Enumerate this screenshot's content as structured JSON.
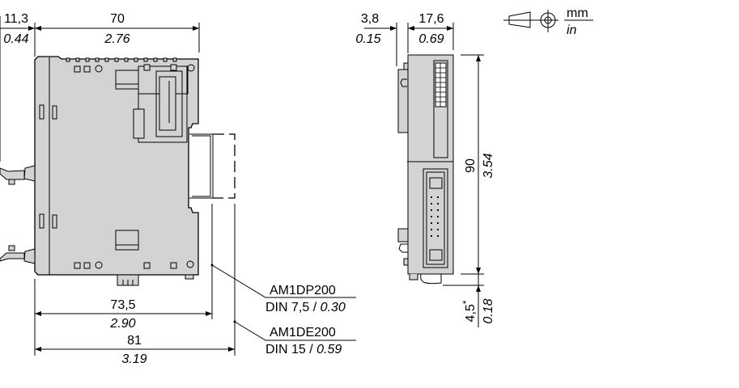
{
  "units": {
    "mm": "mm",
    "in": "in"
  },
  "front_view": {
    "left_offset": {
      "mm": "11,3",
      "in": "0.44"
    },
    "width": {
      "mm": "70",
      "in": "2.76"
    },
    "depth_small": {
      "mm": "73,5",
      "in": "2.90"
    },
    "depth_large": {
      "mm": "81",
      "in": "3.19"
    },
    "rail_small": {
      "model": "AM1DP200",
      "din": "DIN 7,5 / ",
      "din_in": "0.30"
    },
    "rail_large": {
      "model": "AM1DE200",
      "din": "DIN 15 / ",
      "din_in": "0.59"
    }
  },
  "side_view": {
    "offset": {
      "mm": "3,8",
      "in": "0.15"
    },
    "width": {
      "mm": "17,6",
      "in": "0.69"
    },
    "height": {
      "mm": "90",
      "in": "3.54"
    },
    "clip": {
      "mm": "4,5",
      "mark": "*",
      "in": "0.18"
    }
  }
}
